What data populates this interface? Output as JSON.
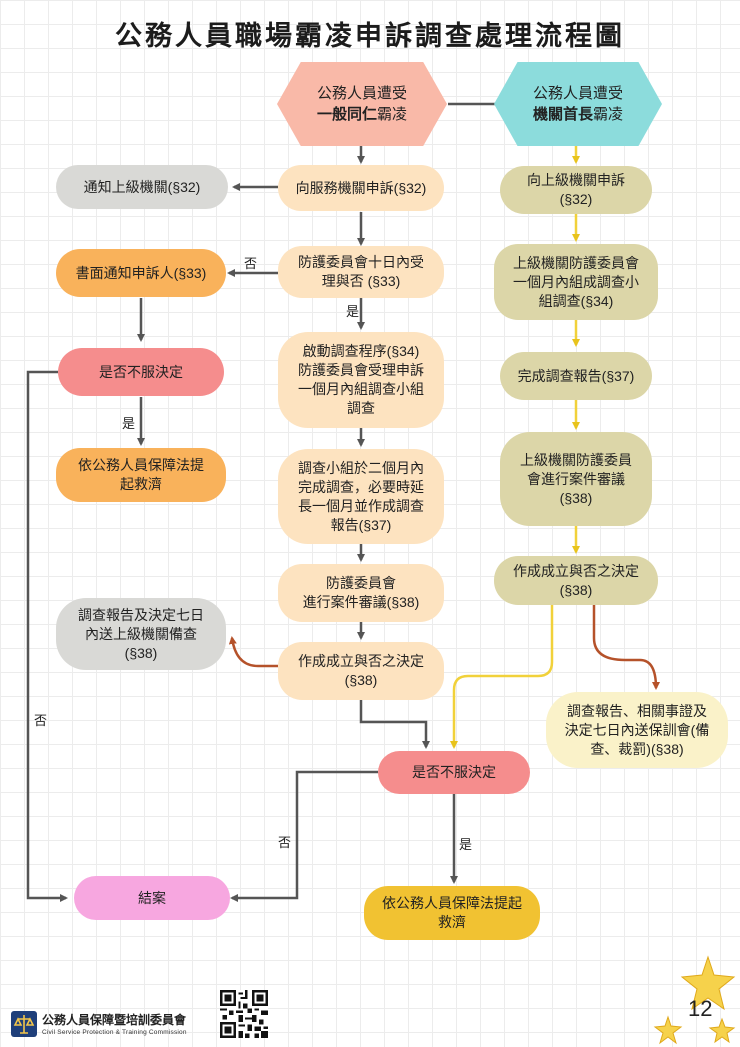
{
  "title": "公務人員職場霸凌申訴調查處理流程圖",
  "nodes": {
    "start_left_line1": "公務人員遭受",
    "start_left_line2_bold": "一般同仁",
    "start_left_line2_tail": "霸凌",
    "start_right_line1": "公務人員遭受",
    "start_right_line2_bold": "機關首長",
    "start_right_line2_tail": "霸凌",
    "notify_superior": "通知上級機關(§32)",
    "appeal_service": "向服務機關申訴(§32)",
    "appeal_superior": "向上級機關申訴\n(§32)",
    "written_notice": "書面通知申訴人(§33)",
    "committee_ten_days": "防護委員會十日內受\n理與否 (§33)",
    "superior_committee_month": "上級機關防護委員會\n一個月內組成調查小\n組調查(§34)",
    "object_decision_left": "是否不服決定",
    "start_investigation": "啟動調查程序(§34)\n防護委員會受理申訴\n一個月內組調查小組\n調查",
    "complete_report_right": "完成調查報告(§37)",
    "remedy_left": "依公務人員保障法提\n起救濟",
    "investigation_two_months": "調查小組於二個月內\n完成調查，必要時延\n長一個月並作成調查\n報告(§37)",
    "superior_review": "上級機關防護委員\n會進行案件審議\n(§38)",
    "committee_review": "防護委員會\n進行案件審議(§38)",
    "decision_right": "作成成立與否之決定\n(§38)",
    "report_seven_days": "調查報告及決定七日\n內送上級機關備查\n(§38)",
    "decision_left": "作成成立與否之決定\n(§38)",
    "report_to_commission": "調查報告、相關事證及\n決定七日內送保訓會(備\n查、裁罰)(§38)",
    "object_decision_center": "是否不服決定",
    "close_case": "結案",
    "remedy_center": "依公務人員保障法提起\n救濟"
  },
  "edge_labels": {
    "no_top": "否",
    "yes_committee": "是",
    "yes_left": "是",
    "no_left_long": "否",
    "no_center": "否",
    "yes_center": "是"
  },
  "footer": {
    "org_name": "公務人員保障暨培訓委員會",
    "org_english": "Civil Service Protection & Training Commission",
    "page_number": "12"
  },
  "colors": {
    "arrow_gray": "#555555",
    "arrow_yellow": "#f1d13a",
    "arrow_rust": "#b5522a"
  }
}
